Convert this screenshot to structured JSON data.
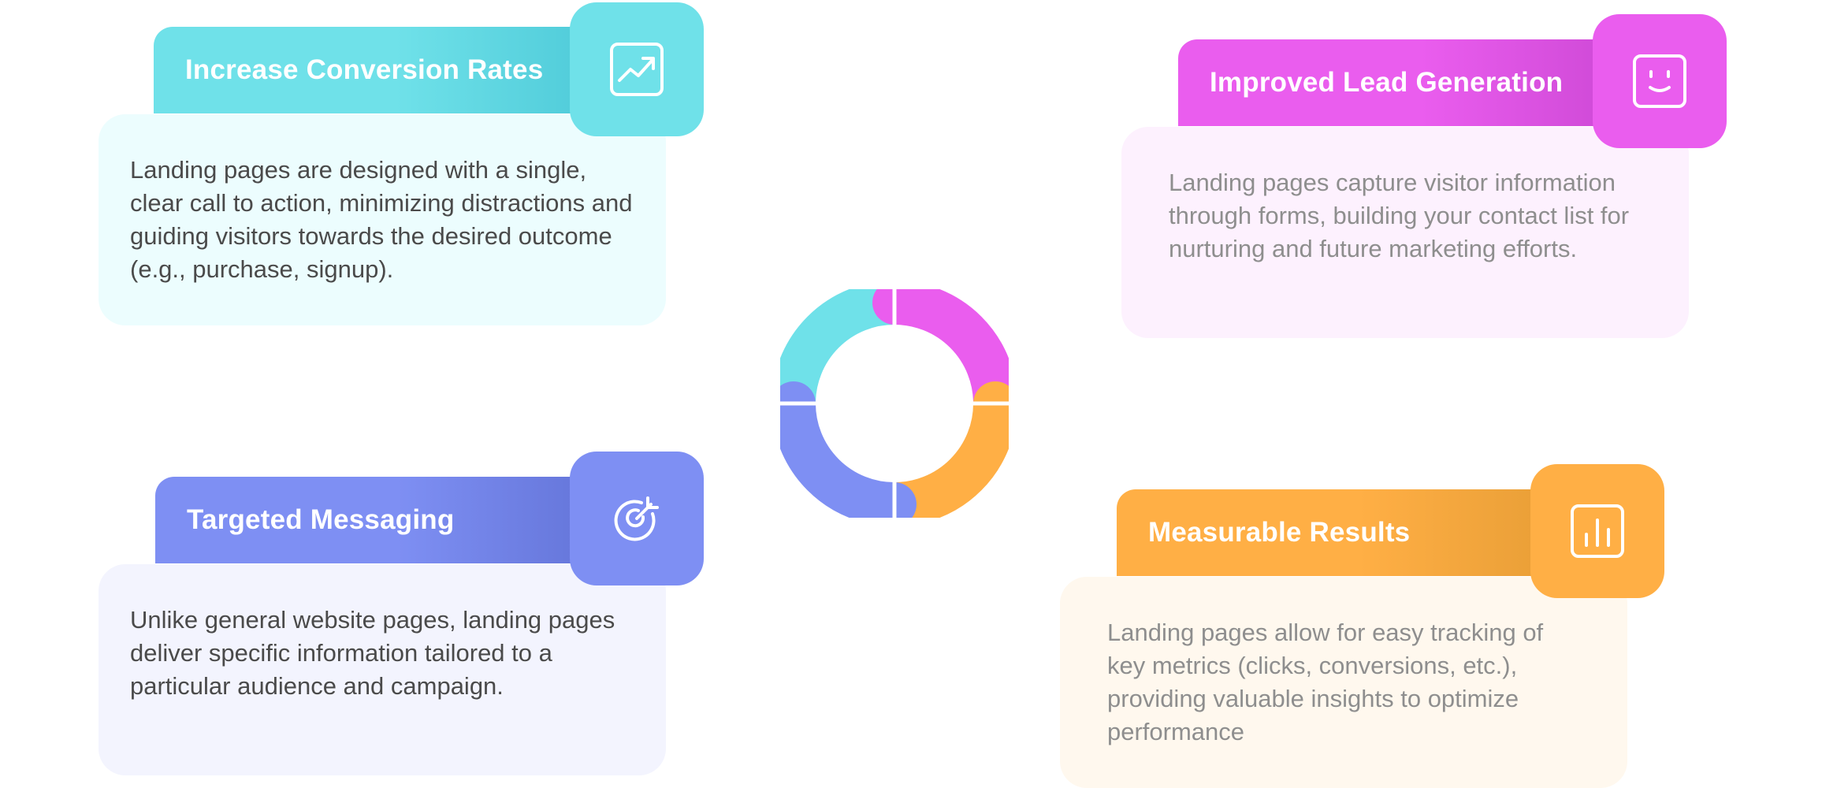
{
  "colors": {
    "cyan": "#6FE1E9",
    "magenta": "#EA5DEE",
    "indigo": "#7E8FF3",
    "orange": "#FFAF45"
  },
  "cards": [
    {
      "title": "Increase Conversion Rates",
      "icon": "trending-up-icon",
      "text": "Landing pages are designed with a single, clear call to action, minimizing distractions and guiding visitors towards the desired outcome (e.g., purchase, signup)."
    },
    {
      "title": "Improved Lead Generation",
      "icon": "smiley-face-icon",
      "text": "Landing pages capture visitor information through forms, building your contact list for nurturing and future marketing efforts."
    },
    {
      "title": "Targeted Messaging",
      "icon": "target-arrow-icon",
      "text": "Unlike general website pages, landing pages deliver specific information tailored to a particular audience and campaign."
    },
    {
      "title": "Measurable Results",
      "icon": "bar-chart-icon",
      "text": "Landing pages allow for easy tracking of key metrics (clicks, conversions, etc.), providing valuable insights to optimize performance"
    }
  ]
}
